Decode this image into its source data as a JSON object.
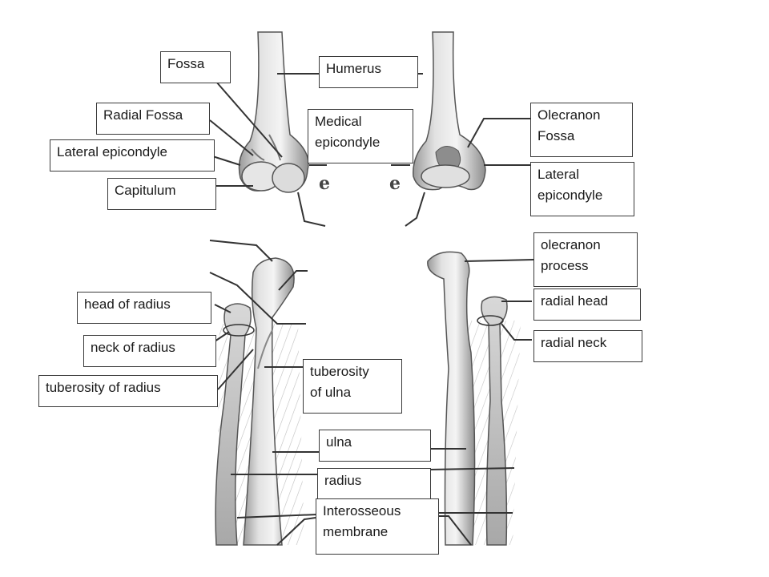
{
  "labels": {
    "fossa": "Fossa",
    "humerus": "Humerus",
    "radial_fossa": "Radial Fossa",
    "medical_epicondyle": "Medical\nepicondyle",
    "olecranon_fossa": "Olecranon\nFossa",
    "lateral_epicondyle_left": "Lateral epicondyle",
    "lateral_epicondyle_right": "Lateral\nepicondyle",
    "capitulum": "Capitulum",
    "olecranon_process": "olecranon\nprocess",
    "radial_head": "radial head",
    "head_of_radius": "head of radius",
    "neck_of_radius": "neck of radius",
    "radial_neck": "radial neck",
    "tuberosity_of_ulna": "tuberosity\nof ulna",
    "tuberosity_of_radius": "tuberosity of radius",
    "ulna": "ulna",
    "radius": "radius",
    "interosseous_membrane": "Interosseous\nmembrane"
  },
  "figure_marks": {
    "letter_left": "e",
    "letter_right": "e"
  }
}
